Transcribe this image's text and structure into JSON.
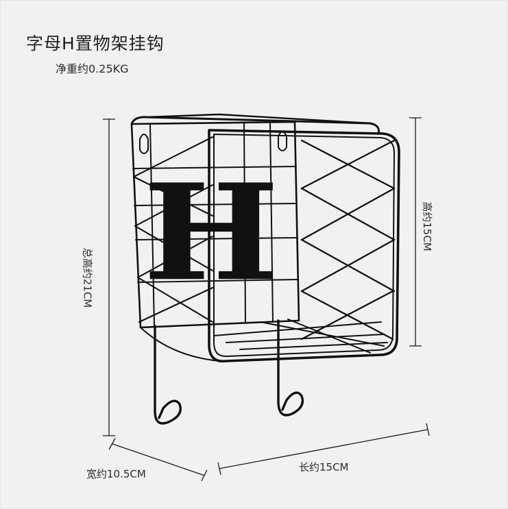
{
  "title": "字母H置物架挂钩",
  "subtitle": "净重约0.25KG",
  "dimensions": {
    "height": "高约15CM",
    "total_height": "总高约21CM",
    "width": "宽约10.5CM",
    "length": "长约15CM"
  },
  "product": {
    "letter": "H",
    "color": "#111111",
    "background": "#f1f1f2"
  }
}
